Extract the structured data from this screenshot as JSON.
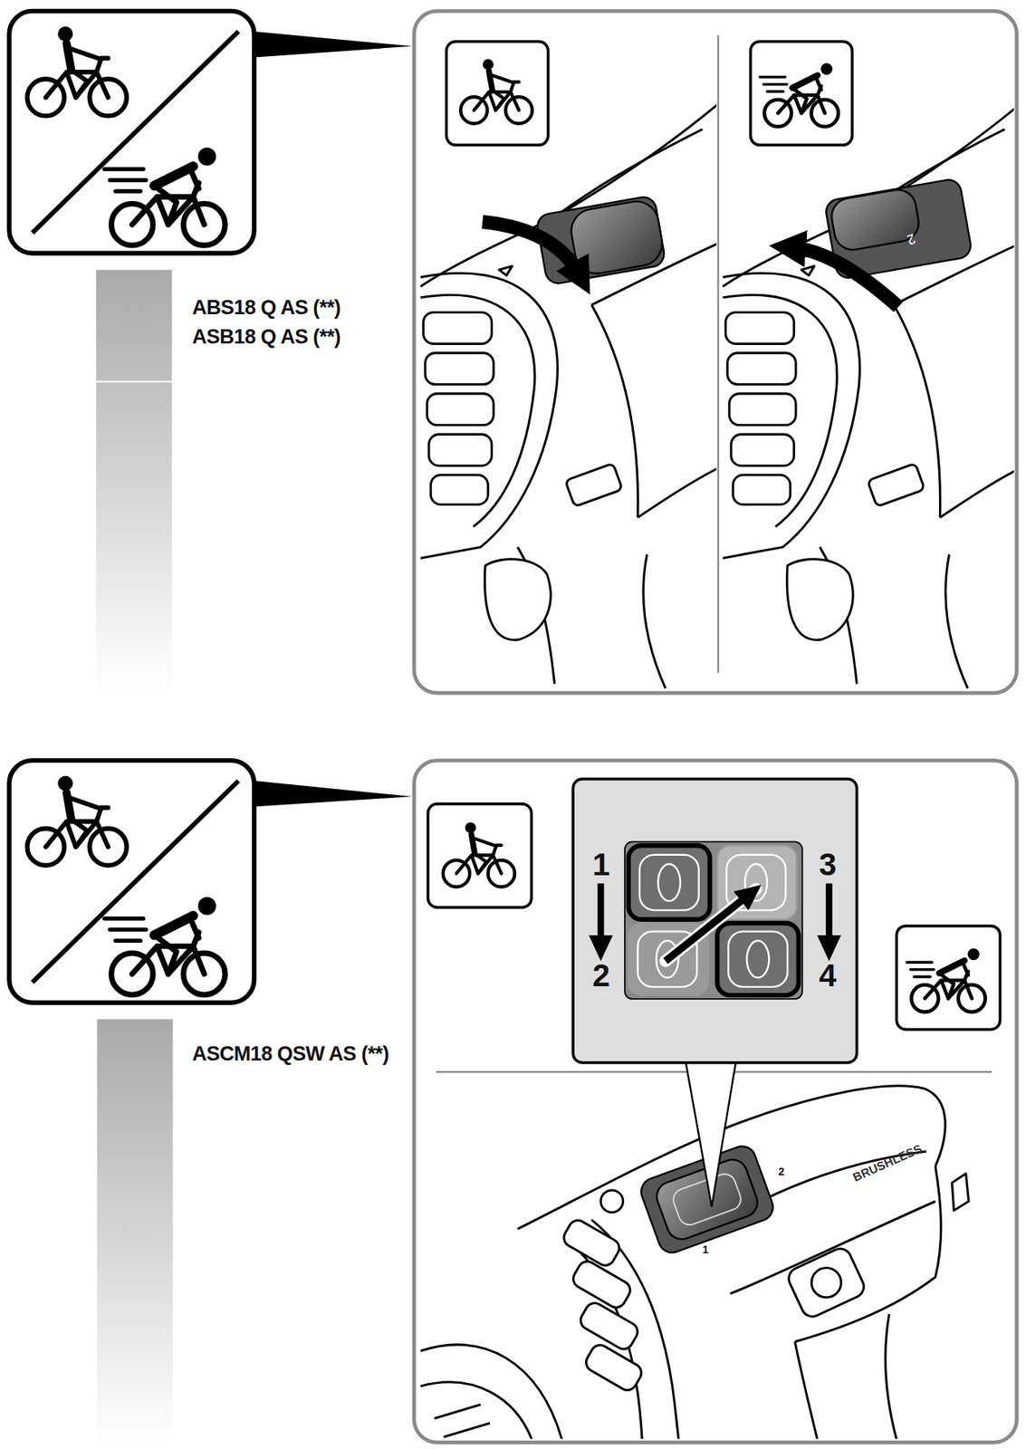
{
  "diagram": {
    "labels": [
      "ABS18 Q AS (**)",
      "ASB18 Q AS (**)",
      "2",
      "1",
      "2",
      "3",
      "4",
      "ASCM18 QSW AS (**)",
      "2",
      "1",
      "BRUSHLESS"
    ]
  }
}
